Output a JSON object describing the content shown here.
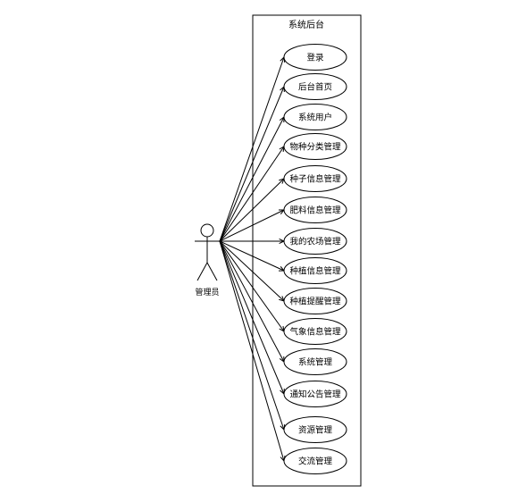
{
  "system": {
    "title": "系统后台"
  },
  "actor": {
    "label": "管理员"
  },
  "use_cases": [
    "登录",
    "后台首页",
    "系统用户",
    "物种分类管理",
    "种子信息管理",
    "肥料信息管理",
    "我的农场管理",
    "种植信息管理",
    "种植提醒管理",
    "气象信息管理",
    "系统管理",
    "通知公告管理",
    "资源管理",
    "交流管理"
  ],
  "colors": {
    "line": "#000000",
    "background": "#ffffff"
  }
}
